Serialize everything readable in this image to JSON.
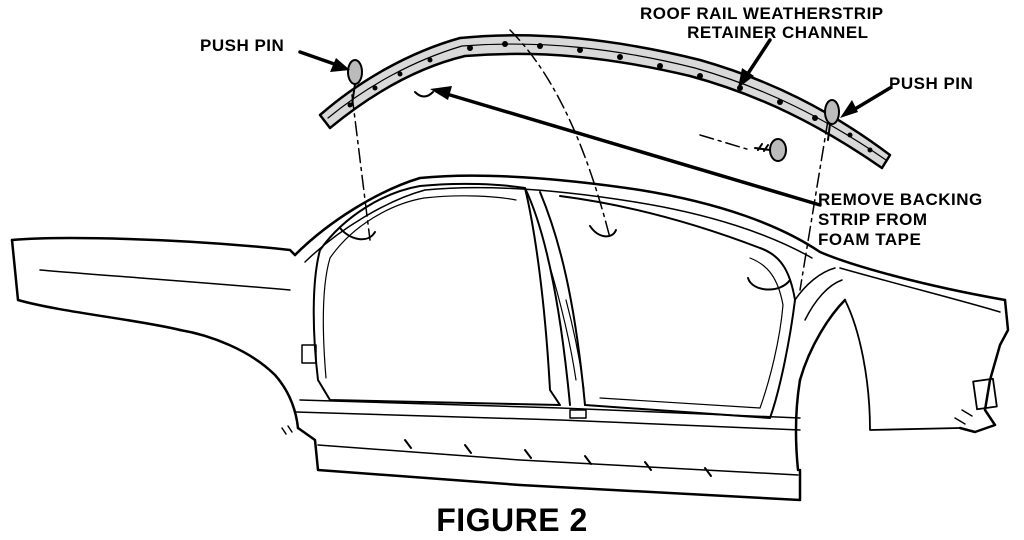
{
  "labels": {
    "push_pin_left": "PUSH PIN",
    "roof_rail_line1": "ROOF RAIL WEATHERSTRIP",
    "roof_rail_line2": "RETAINER CHANNEL",
    "push_pin_right": "PUSH PIN",
    "remove_backing_line1": "REMOVE BACKING",
    "remove_backing_line2": "STRIP FROM",
    "remove_backing_line3": "FOAM TAPE"
  },
  "caption": "FIGURE 2",
  "colors": {
    "ink": "#000000",
    "paper": "#ffffff"
  }
}
